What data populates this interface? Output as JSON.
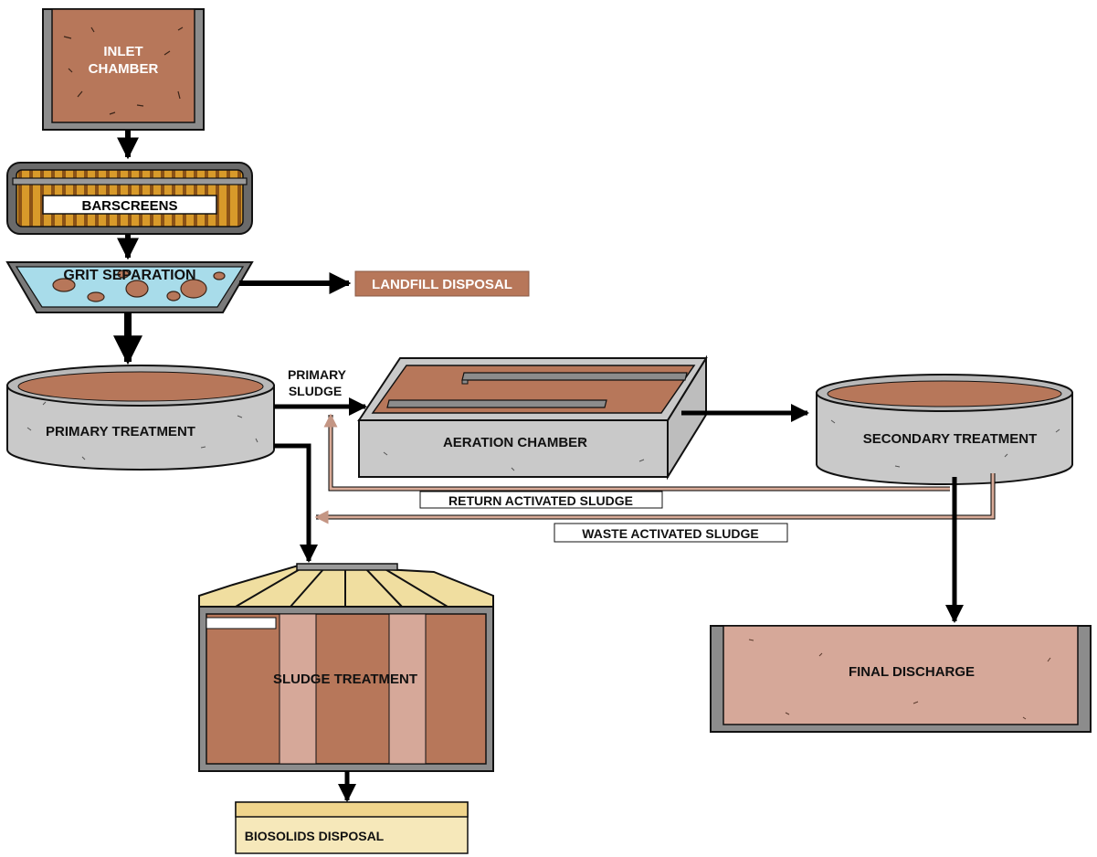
{
  "labels": {
    "inlet_chamber_line1": "INLET",
    "inlet_chamber_line2": "CHAMBER",
    "barscreens": "BARSCREENS",
    "grit_separation": "GRIT SEPARATION",
    "landfill_disposal": "LANDFILL DISPOSAL",
    "primary_sludge_line1": "PRIMARY",
    "primary_sludge_line2": "SLUDGE",
    "primary_treatment": "PRIMARY TREATMENT",
    "aeration_chamber": "AERATION CHAMBER",
    "secondary_treatment": "SECONDARY TREATMENT",
    "return_activated_sludge": "RETURN ACTIVATED SLUDGE",
    "waste_activated_sludge": "WASTE ACTIVATED SLUDGE",
    "sludge_treatment": "SLUDGE TREATMENT",
    "final_discharge": "FINAL DISCHARGE",
    "biosolids_disposal": "BIOSOLIDS DISPOSAL"
  },
  "colors": {
    "sludge_brown": "#b7775a",
    "concrete_gray": "#c9c9c9",
    "water_blue": "#a8dcea",
    "return_line": "#d9ab98",
    "discharge_pink": "#d6a899",
    "roof_tan": "#f0dea0",
    "biosolids_tan": "#f6e8ba",
    "screen_orange": "#d49a2e"
  }
}
